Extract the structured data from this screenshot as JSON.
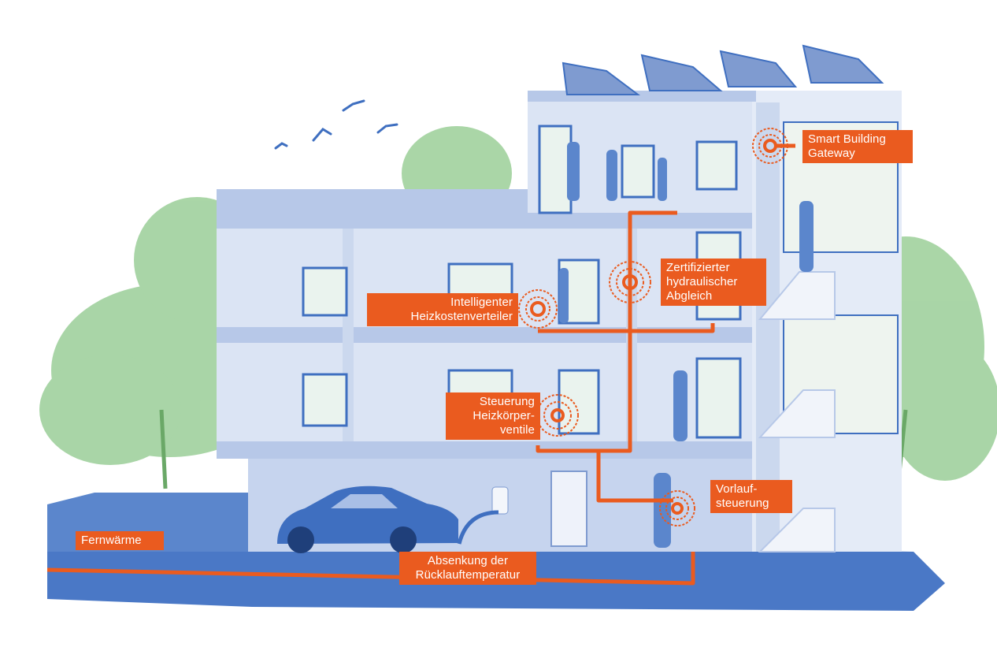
{
  "labels": {
    "gateway": "Smart Building\nGateway",
    "abgleich": "Zertifizierter\nhydraulischer\nAbgleich",
    "heizkosten": "Intelligenter\nHeizkostenverteiler",
    "ventile": "Steuerung\nHeizkörper-\nventile",
    "vorlauf": "Vorlauf-\nsteuerung",
    "fernwaerme": "Fernwärme",
    "ruecklauf": "Absenkung der\nRücklauftemperatur"
  },
  "colors": {
    "accent": "#ea5b1f",
    "building": "#c9d6ee",
    "building_dark": "#7f9bd0",
    "ground": "#3f6fc0",
    "tree": "#7fbf7a"
  }
}
